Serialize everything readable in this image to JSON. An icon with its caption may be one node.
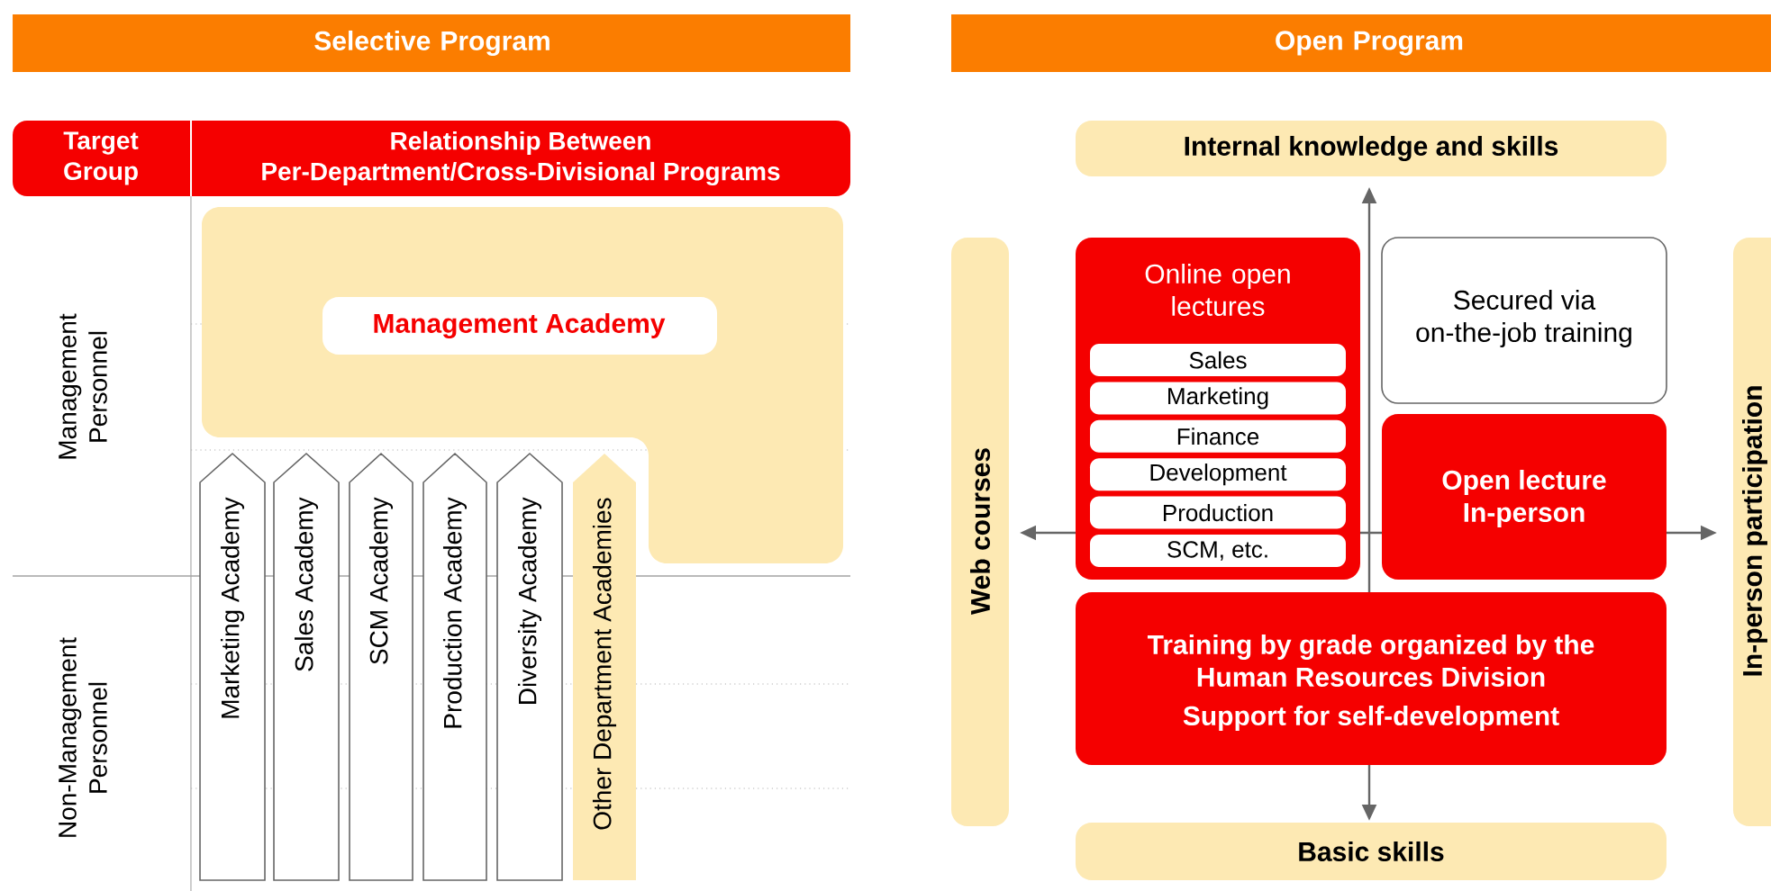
{
  "diagram": {
    "nodes": [
      {
        "text": [
          "Selective Program"
        ]
      },
      {
        "text": [
          "Open Program"
        ]
      },
      {
        "text": [
          "Target Group"
        ]
      },
      {
        "text": [
          "Relationship Between Per-Department/Cross-Divisional Programs"
        ]
      },
      {
        "text": [
          "Management Academy"
        ]
      },
      {
        "text": [
          "Marketing Academy"
        ]
      },
      {
        "text": [
          "Sales Academy"
        ]
      },
      {
        "text": [
          "SCM Academy"
        ]
      },
      {
        "text": [
          "Production Academy"
        ]
      },
      {
        "text": [
          "Diversity Academy"
        ]
      },
      {
        "text": [
          "Other Department Academies"
        ]
      },
      {
        "text": [
          "Internal knowledge and skills"
        ]
      },
      {
        "text": [
          "Web courses"
        ]
      },
      {
        "text": [
          "Online open lectures"
        ]
      },
      {
        "text": [
          "Sales"
        ],
        "in": 13
      },
      {
        "text": [
          "Marketing"
        ],
        "in": 13
      },
      {
        "text": [
          "Finance"
        ],
        "in": 13
      },
      {
        "text": [
          "Development"
        ],
        "in": 13
      },
      {
        "text": [
          "Production"
        ],
        "in": 13
      },
      {
        "text": [
          "SCM, etc."
        ],
        "in": 13
      },
      {
        "text": [
          "Secured via on-the-job training"
        ]
      },
      {
        "text": [
          "Open lecture In-person"
        ]
      },
      {
        "text": [
          "Training by grade organized by the Human Resources Division",
          "Support for self-development"
        ]
      },
      {
        "text": [
          "In-person participation"
        ]
      },
      {
        "text": [
          "Basic skills"
        ]
      }
    ],
    "labels": [
      "Management Personnel",
      "Non-Management Personnel"
    ]
  }
}
